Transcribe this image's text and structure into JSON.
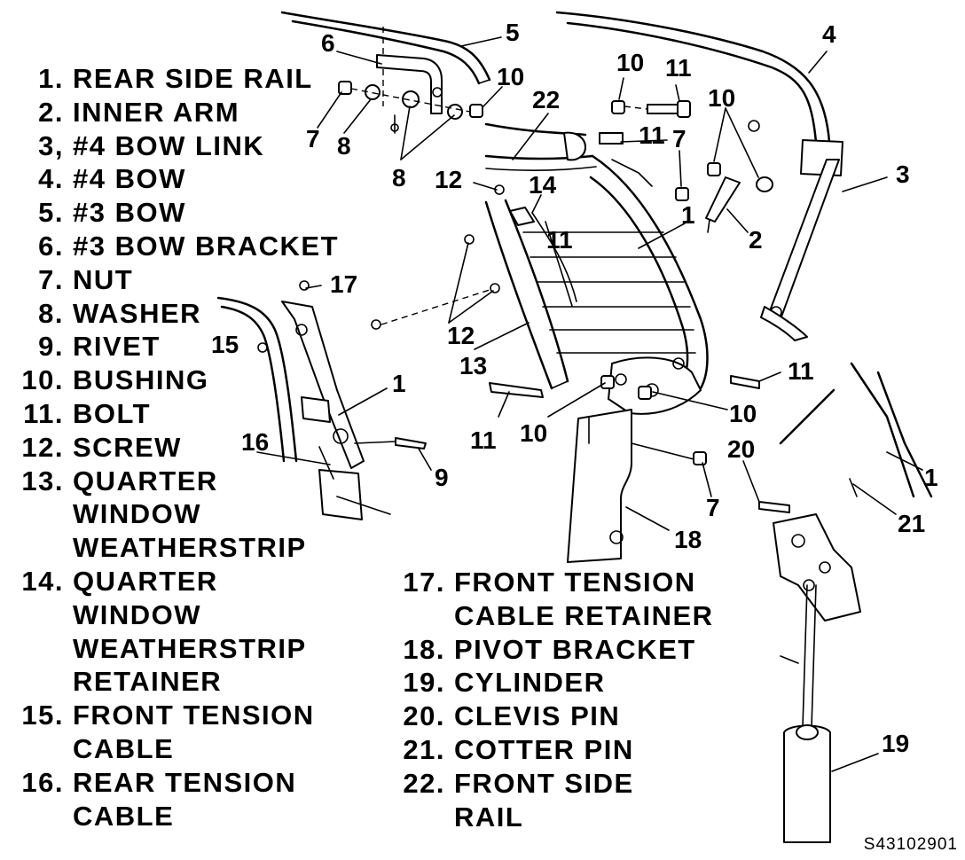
{
  "legend_left": [
    {
      "num": "1.",
      "lines": [
        "REAR SIDE RAIL"
      ]
    },
    {
      "num": "2.",
      "lines": [
        "INNER ARM"
      ]
    },
    {
      "num": "3,",
      "lines": [
        "#4 BOW LINK"
      ]
    },
    {
      "num": "4.",
      "lines": [
        "#4 BOW"
      ]
    },
    {
      "num": "5.",
      "lines": [
        "#3 BOW"
      ]
    },
    {
      "num": "6.",
      "lines": [
        "#3 BOW BRACKET"
      ]
    },
    {
      "num": "7.",
      "lines": [
        "NUT"
      ]
    },
    {
      "num": "8.",
      "lines": [
        "WASHER"
      ]
    },
    {
      "num": "9.",
      "lines": [
        "RIVET"
      ]
    },
    {
      "num": "10.",
      "lines": [
        "BUSHING"
      ]
    },
    {
      "num": "11.",
      "lines": [
        "BOLT"
      ]
    },
    {
      "num": "12.",
      "lines": [
        "SCREW"
      ]
    },
    {
      "num": "13.",
      "lines": [
        "QUARTER",
        "WINDOW",
        "WEATHERSTRIP"
      ]
    },
    {
      "num": "14.",
      "lines": [
        "QUARTER",
        "WINDOW",
        "WEATHERSTRIP",
        "RETAINER"
      ]
    },
    {
      "num": "15.",
      "lines": [
        "FRONT TENSION",
        "CABLE"
      ]
    },
    {
      "num": "16.",
      "lines": [
        "REAR TENSION",
        "CABLE"
      ]
    }
  ],
  "legend_right": [
    {
      "num": "17.",
      "lines": [
        "FRONT TENSION",
        "CABLE RETAINER"
      ]
    },
    {
      "num": "18.",
      "lines": [
        "PIVOT BRACKET"
      ]
    },
    {
      "num": "19.",
      "lines": [
        "CYLINDER"
      ]
    },
    {
      "num": "20.",
      "lines": [
        "CLEVIS PIN"
      ]
    },
    {
      "num": "21.",
      "lines": [
        "COTTER PIN"
      ]
    },
    {
      "num": "22.",
      "lines": [
        "FRONT SIDE",
        "RAIL"
      ]
    }
  ],
  "callouts": {
    "c6": "6",
    "c5": "5",
    "c4": "4",
    "c10a": "10",
    "c7a": "7",
    "c8a": "8",
    "c8b": "8",
    "c10b": "10",
    "c11a": "11",
    "c22": "22",
    "c11b": "11",
    "c7b": "7",
    "c10c": "10",
    "c3": "3",
    "c12a": "12",
    "c14": "14",
    "c11c": "11",
    "c1a": "1",
    "c2": "2",
    "c17": "17",
    "c15": "15",
    "c12b": "12",
    "c13": "13",
    "c1b": "1",
    "c11d": "11",
    "c11e": "11",
    "c10d": "10",
    "c10e": "10",
    "c16": "16",
    "c9": "9",
    "c20": "20",
    "c7c": "7",
    "c18": "18",
    "c1c": "1",
    "c21": "21",
    "c19": "19"
  },
  "figure_ref": "S43102901"
}
